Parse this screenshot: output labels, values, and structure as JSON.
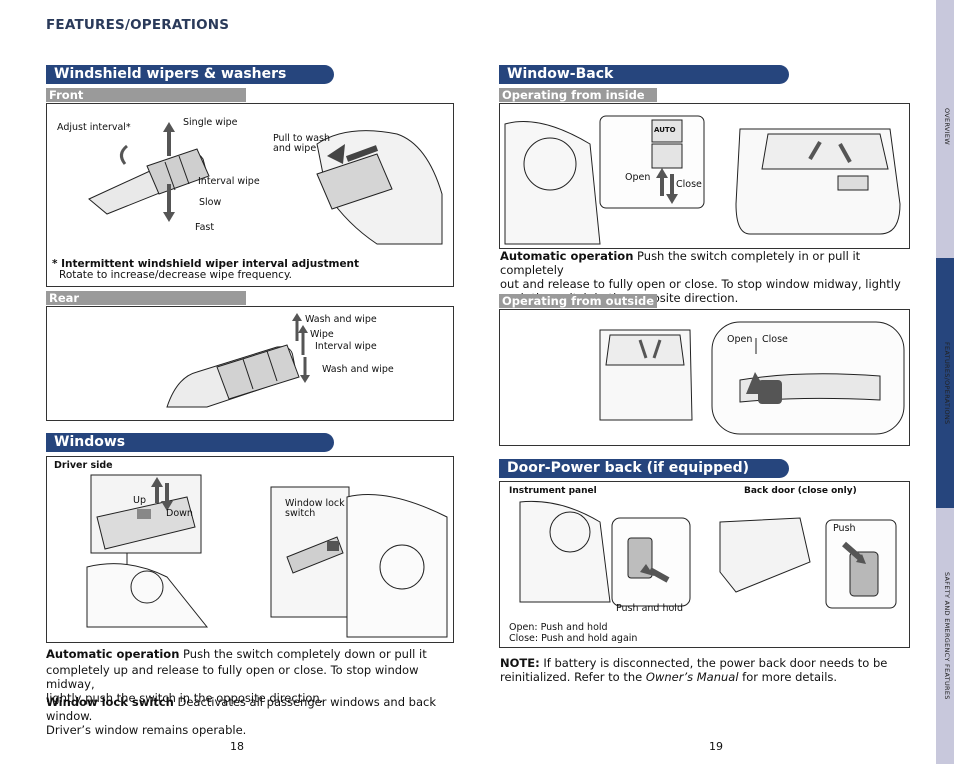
{
  "header": {
    "title": "FEATURES/OPERATIONS"
  },
  "left": {
    "wipers": {
      "title": "Windshield wipers & washers",
      "front": {
        "subhead": "Front",
        "labels": {
          "adjust": "Adjust interval*",
          "single": "Single wipe",
          "interval": "Interval wipe",
          "slow": "Slow",
          "fast": "Fast",
          "pull1": "Pull to wash",
          "pull2": "and wipe"
        },
        "note_title": "* Intermittent windshield wiper interval adjustment",
        "note_text": "Rotate to increase/decrease wipe frequency."
      },
      "rear": {
        "subhead": "Rear",
        "labels": {
          "washwipe1": "Wash and wipe",
          "wipe": "Wipe",
          "interval": "Interval wipe",
          "washwipe2": "Wash and wipe"
        }
      }
    },
    "windows": {
      "title": "Windows",
      "driver_side": "Driver side",
      "labels": {
        "up": "Up",
        "down": "Down",
        "lock1": "Window lock",
        "lock2": "switch"
      },
      "auto_term": "Automatic operation",
      "auto_text_1": " Push the switch completely down or pull it",
      "auto_text_2": "completely up and release to fully open or close. To stop window midway,",
      "auto_text_3": "lightly push the switch in the opposite direction.",
      "lock_term": "Window lock switch",
      "lock_text_1": " Deactivates all passenger windows and back window.",
      "lock_text_2": "Driver’s window remains operable."
    },
    "page_number": "18"
  },
  "right": {
    "window_back": {
      "title": "Window-Back",
      "inside": {
        "subhead": "Operating from inside",
        "labels": {
          "open": "Open",
          "close": "Close",
          "auto": "AUTO"
        }
      },
      "auto_term": "Automatic operation",
      "auto_text_1": " Push the switch completely in or pull it completely",
      "auto_text_2": "out and release to fully open or close. To stop window midway, lightly",
      "auto_text_3": "push the switch in the opposite direction.",
      "outside": {
        "subhead": "Operating from outside",
        "labels": {
          "open": "Open",
          "close": "Close"
        }
      }
    },
    "power_back": {
      "title": "Door-Power back (if equipped)",
      "labels": {
        "panel": "Instrument panel",
        "back": "Back door (close only)",
        "push": "Push",
        "push_hold": "Push and hold",
        "open": "Open: Push and hold",
        "close": "Close: Push and hold again"
      },
      "note_term": "NOTE:",
      "note_text_1": " If battery is disconnected, the power back door needs to be",
      "note_text_2a": "reinitialized. Refer to the ",
      "note_manual": "Owner’s Manual",
      "note_text_2b": " for more details."
    },
    "page_number": "19"
  },
  "sidebar": {
    "tab1": "OVERVIEW",
    "tab2": "FEATURES/OPERATIONS",
    "tab3": "SAFETY AND EMERGENCY FEATURES"
  },
  "colors": {
    "accent": "#26457d",
    "subhead": "#9a9a9a",
    "sidebar": "#c8c8dc"
  }
}
